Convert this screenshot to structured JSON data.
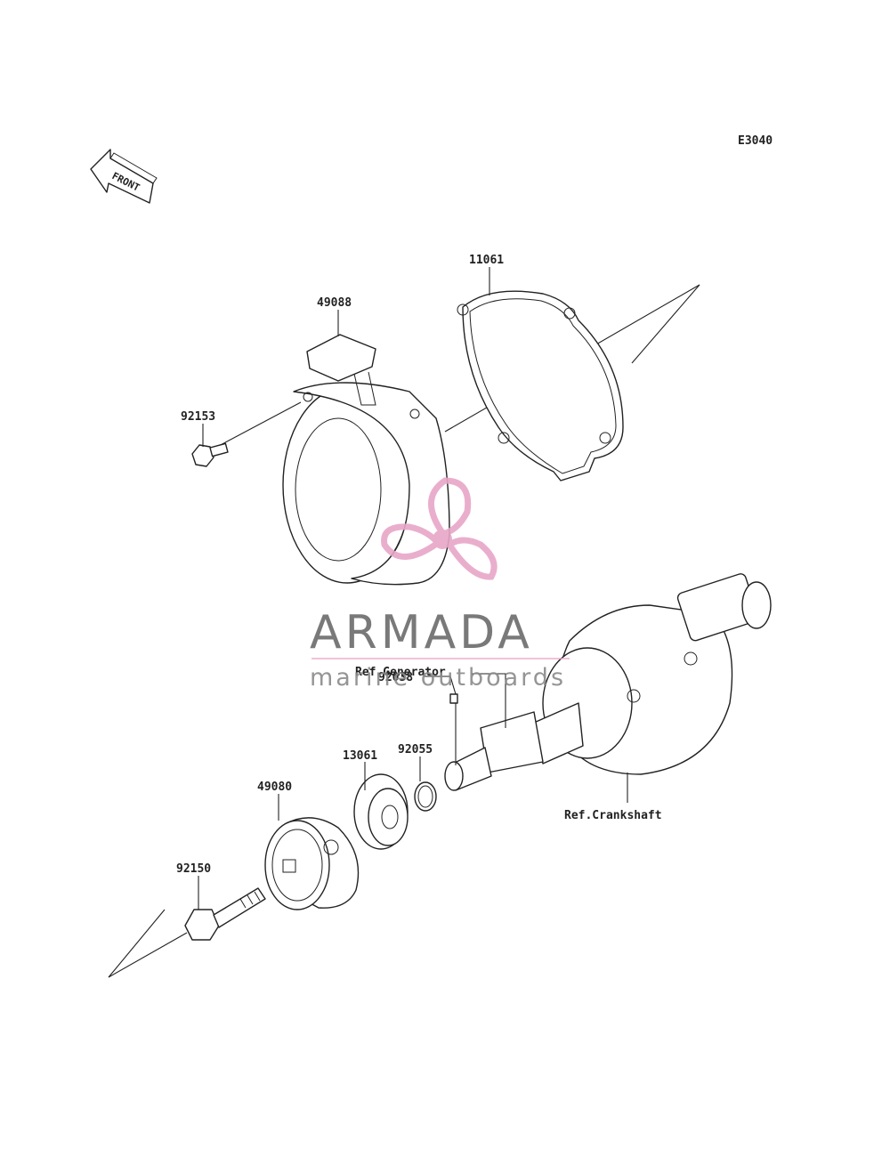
{
  "diagram": {
    "code": "E3040",
    "front_label": "FRONT",
    "parts": [
      {
        "number": "11061"
      },
      {
        "number": "49088"
      },
      {
        "number": "92153"
      },
      {
        "number": "92038"
      },
      {
        "number": "92055"
      },
      {
        "number": "13061"
      },
      {
        "number": "49080"
      },
      {
        "number": "92150"
      }
    ],
    "references": {
      "generator": "Ref.Generator",
      "crankshaft": "Ref.Crankshaft"
    }
  },
  "watermark": {
    "brand": "ARMADA",
    "tagline": "marine outboards",
    "brand_color": "#6b6b6b",
    "accent_color": "#e8a6c8"
  }
}
